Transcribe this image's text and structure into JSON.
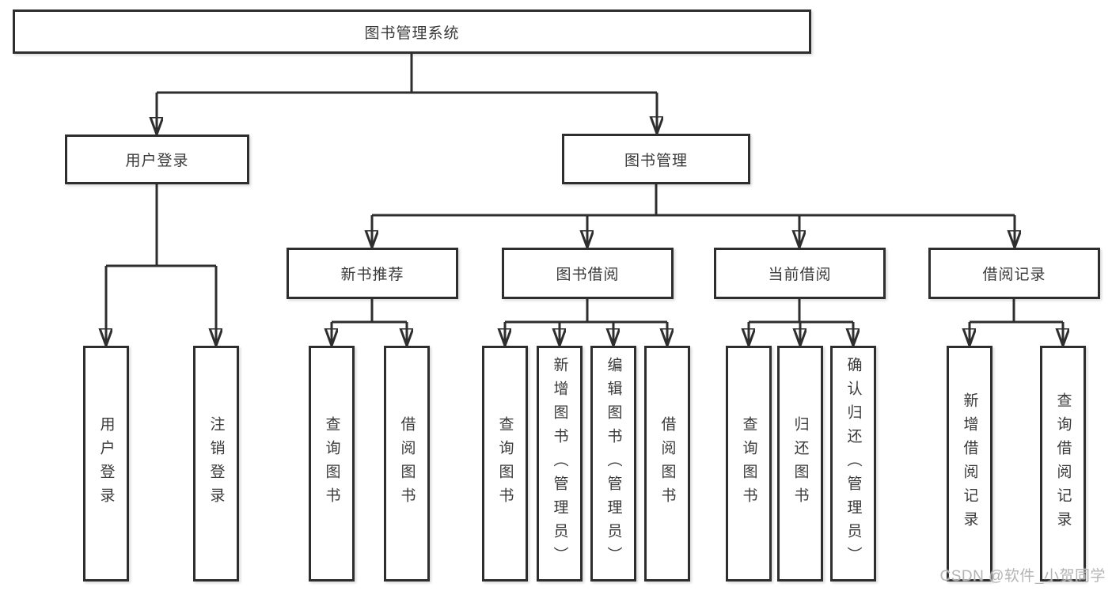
{
  "diagram_title": "图书管理系统",
  "colors": {
    "line": "#2e2e2e",
    "box_border": "#2e2e2e",
    "box_fill": "#ffffff",
    "text": "#3a3a3a",
    "watermark": "#b4b4b4"
  },
  "tree": {
    "root": {
      "label": "图书管理系统",
      "children": [
        {
          "label": "用户登录",
          "children": [
            {
              "label": "用户登录"
            },
            {
              "label": "注销登录"
            }
          ]
        },
        {
          "label": "图书管理",
          "children": [
            {
              "label": "新书推荐",
              "children": [
                {
                  "label": "查询图书"
                },
                {
                  "label": "借阅图书"
                }
              ]
            },
            {
              "label": "图书借阅",
              "children": [
                {
                  "label": "查询图书"
                },
                {
                  "label": "新增图书（管理员）"
                },
                {
                  "label": "编辑图书（管理员）"
                },
                {
                  "label": "借阅图书"
                }
              ]
            },
            {
              "label": "当前借阅",
              "children": [
                {
                  "label": "查询图书"
                },
                {
                  "label": "归还图书"
                },
                {
                  "label": "确认归还（管理员）"
                }
              ]
            },
            {
              "label": "借阅记录",
              "children": [
                {
                  "label": "新增借阅记录"
                },
                {
                  "label": "查询借阅记录"
                }
              ]
            }
          ]
        }
      ]
    }
  },
  "watermark": {
    "text": "CSDN @软件_小贺同学"
  }
}
